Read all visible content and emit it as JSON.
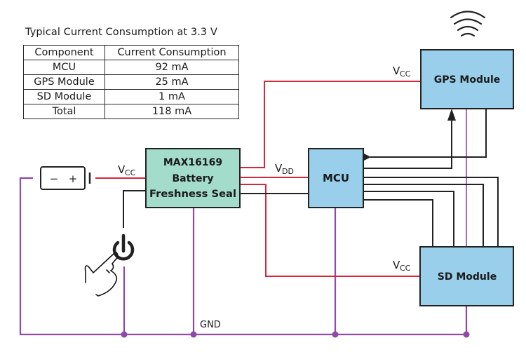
{
  "table": {
    "title": "Typical Current Consumption at 3.3 V",
    "headers": [
      "Component",
      "Current Consumption"
    ],
    "rows": [
      [
        "MCU",
        "92 mA"
      ],
      [
        "GPS Module",
        "25 mA"
      ],
      [
        "SD Module",
        "1 mA"
      ],
      [
        "Total",
        "118 mA"
      ]
    ]
  },
  "blocks": {
    "max16169": {
      "line1": "MAX16169",
      "line2": "Battery",
      "line3": "Freshness Seal"
    },
    "mcu": {
      "label": "MCU"
    },
    "gps": {
      "label": "GPS Module"
    },
    "sd": {
      "label": "SD Module"
    },
    "battery": {
      "minus": "−",
      "plus": "+"
    }
  },
  "signals": {
    "vcc_battery": {
      "main": "V",
      "sub": "CC"
    },
    "vdd_mcu": {
      "main": "V",
      "sub": "DD"
    },
    "vcc_gps": {
      "main": "V",
      "sub": "CC"
    },
    "vcc_sd": {
      "main": "V",
      "sub": "CC"
    },
    "gnd": "GND"
  },
  "colors": {
    "power": "#d6283a",
    "ground": "#8e4aa6",
    "signal": "#222222",
    "seal_fill": "#a3dccb",
    "module_fill": "#99cfeb"
  }
}
